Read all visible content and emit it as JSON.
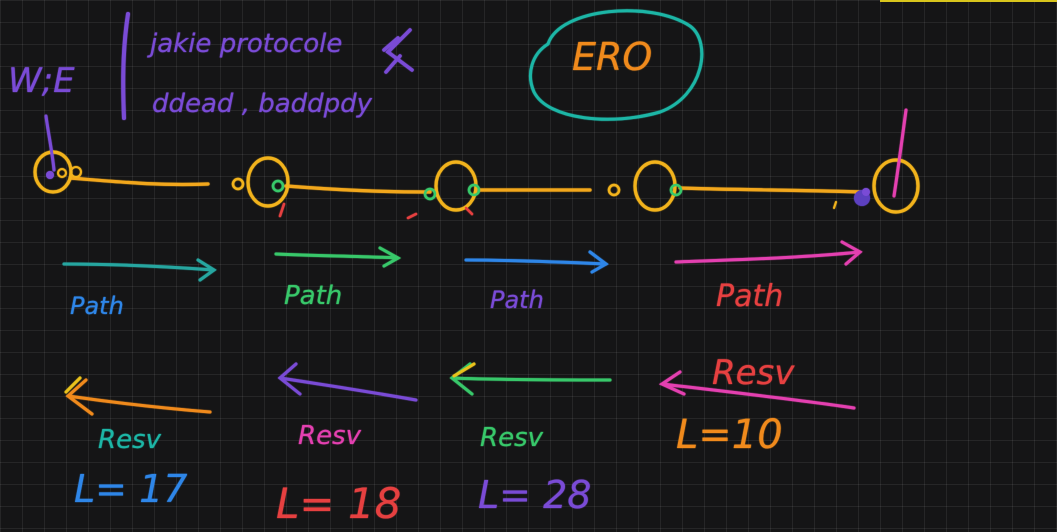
{
  "colors": {
    "background": "#151516",
    "link": "#f2a71b",
    "node": "#f2b31c",
    "purple": "#7a4bd6",
    "teal": "#1fb6a6",
    "blue": "#2f86e8",
    "green": "#37c86a",
    "pink": "#e43fb0",
    "red": "#e64040",
    "orange": "#f08a1c",
    "yellow": "#e9c21a"
  },
  "notes": {
    "header_left": "W;E",
    "header_line1": "jakie protocole",
    "header_line2": "ddead , baddpdy",
    "circled": "ERO"
  },
  "path_labels": [
    "Path",
    "Path",
    "Path",
    "Path"
  ],
  "resv_labels": [
    "Resv",
    "Resv",
    "Resv",
    "Resv"
  ],
  "metrics": [
    "L= 17",
    "L= 18",
    "L= 28",
    "L=10"
  ]
}
